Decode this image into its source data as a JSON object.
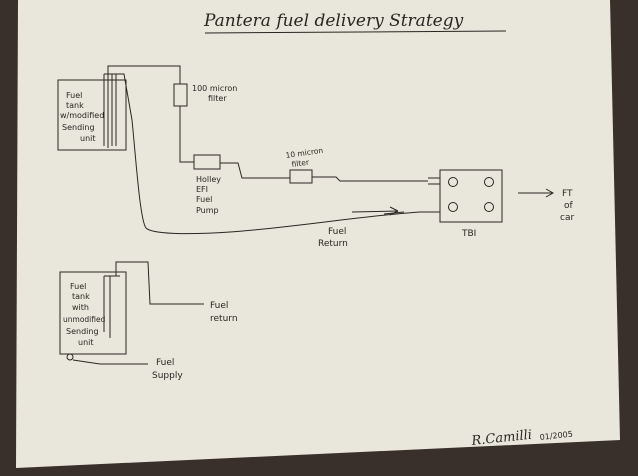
{
  "title": "Pantera fuel delivery Strategy",
  "colors": {
    "paper": "#e9e6dc",
    "ink": "#2a2622",
    "background": "#3a302b"
  },
  "tank_top": {
    "lines": [
      "Fuel",
      "tank",
      "w/modified",
      "Sending",
      "unit"
    ]
  },
  "filter_100": {
    "lines": [
      "100 micron",
      "filter"
    ]
  },
  "pump": {
    "lines": [
      "Holley",
      "EFI",
      "Fuel",
      "Pump"
    ]
  },
  "filter_10": {
    "lines": [
      "10 micron",
      "filter"
    ]
  },
  "tbi": {
    "label": "TBI"
  },
  "to_car": {
    "lines": [
      "FT",
      "of",
      "car"
    ]
  },
  "return_top": {
    "lines": [
      "Fuel",
      "Return"
    ]
  },
  "tank_bottom": {
    "lines": [
      "Fuel",
      "tank",
      "with",
      "unmodified",
      "Sending",
      "unit"
    ]
  },
  "return_bottom": {
    "lines": [
      "Fuel",
      "return"
    ]
  },
  "supply_bottom": {
    "lines": [
      "Fuel",
      "Supply"
    ]
  },
  "signature": {
    "name": "R.Camilli",
    "date": "01/2005"
  }
}
